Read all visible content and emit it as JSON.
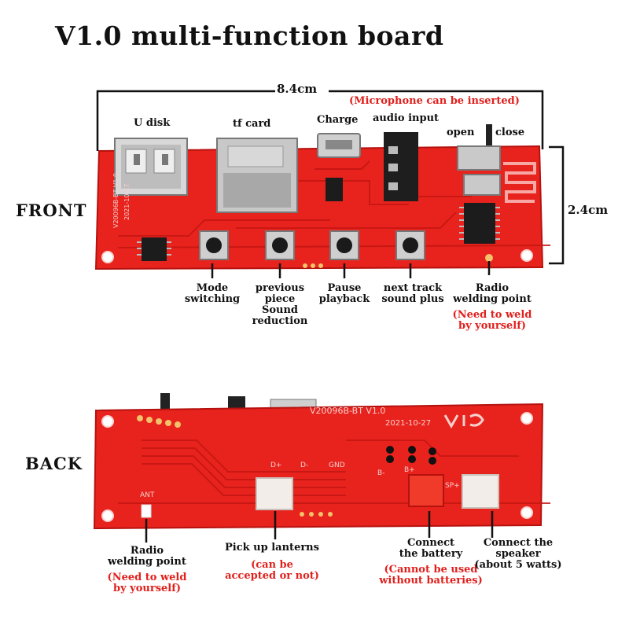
{
  "title": "V1.0 multi-function board",
  "front_label": "FRONT",
  "back_label": "BACK",
  "dimensions": {
    "width": "8.4cm",
    "height": "2.4cm"
  },
  "front": {
    "silkscreen_model": "V20096B-BT V1.0",
    "silkscreen_date": "2021-10-27",
    "top_labels": {
      "u_disk": "U disk",
      "tf_card": "tf card",
      "charge": "Charge",
      "audio_input": "audio input",
      "mic_note": "(Microphone can be inserted)",
      "open": "open",
      "close": "close"
    },
    "bottom_labels": {
      "mode": [
        "Mode",
        "switching"
      ],
      "previous": [
        "previous",
        "piece",
        "Sound",
        "reduction"
      ],
      "pause": [
        "Pause",
        "playback"
      ],
      "next": [
        "next track",
        "sound plus"
      ],
      "radio": [
        "Radio",
        "welding point"
      ],
      "radio_note": [
        "(Need to weld",
        "by yourself)"
      ]
    }
  },
  "back": {
    "silkscreen_model": "V20096B-BT V1.0",
    "silkscreen_date": "2021-10-27",
    "pad_labels": {
      "ant": "ANT",
      "dplus": "D+",
      "dminus": "D-",
      "gnd": "GND",
      "bminus": "B-",
      "bplus": "B+",
      "spplus": "SP+"
    },
    "labels": {
      "radio": [
        "Radio",
        "welding point"
      ],
      "radio_note": [
        "(Need to weld",
        "by yourself)"
      ],
      "lanterns": "Pick up lanterns",
      "lanterns_note": [
        "(can be",
        "accepted or not)"
      ],
      "battery": [
        "Connect",
        "the battery"
      ],
      "battery_note": [
        "(Cannot be used",
        "without batteries)"
      ],
      "speaker": [
        "Connect the",
        "speaker",
        "(about 5 watts)"
      ]
    }
  },
  "colors": {
    "pcb": "#e8231d",
    "annotation_red": "#e0201c",
    "text": "#111111"
  }
}
